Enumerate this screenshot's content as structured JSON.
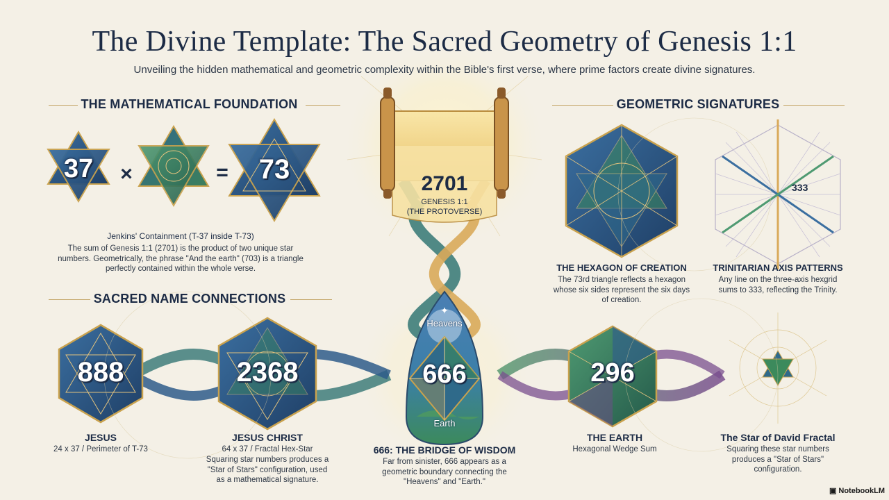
{
  "header": {
    "title": "The Divine Template: The Sacred Geometry of Genesis 1:1",
    "subtitle": "Unveiling the hidden mathematical and geometric complexity within the Bible's first verse, where prime factors create divine signatures."
  },
  "math_foundation": {
    "heading": "THE MATHEMATICAL FOUNDATION",
    "left_number": "37",
    "operator_times": "×",
    "operator_equals": "=",
    "right_number": "73",
    "caption_title": "Jenkins' Containment (T-37 inside T-73)",
    "caption_body": "The sum of Genesis 1:1 (2701) is the product of two unique star numbers. Geometrically, the phrase \"And the earth\" (703) is a triangle perfectly contained within the whole verse."
  },
  "scroll": {
    "number": "2701",
    "caption_line1": "GENESIS 1:1",
    "caption_line2": "(THE PROTOVERSE)"
  },
  "geometric_signatures": {
    "heading": "GEOMETRIC SIGNATURES",
    "hexagon": {
      "title": "THE HEXAGON OF CREATION",
      "body": "The 73rd triangle reflects a hexagon whose six sides represent the six days of creation."
    },
    "trinitarian": {
      "number": "333",
      "title": "TRINITARIAN AXIS PATTERNS",
      "body": "Any line on the three-axis hexgrid sums to 333, reflecting the Trinity."
    }
  },
  "sacred_names": {
    "heading": "SACRED NAME CONNECTIONS",
    "jesus": {
      "number": "888",
      "title": "JESUS",
      "body": "24 x 37 / Perimeter of T-73"
    },
    "jesus_christ": {
      "number": "2368",
      "title": "JESUS CHRIST",
      "subline": "64 x 37 / Fractal Hex-Star",
      "body": "Squaring star numbers produces a \"Star of Stars\" configuration, used as a mathematical signature."
    },
    "bridge": {
      "number": "666",
      "heavens_label": "Heavens",
      "earth_label": "Earth",
      "title": "666: THE BRIDGE OF WISDOM",
      "body": "Far from sinister, 666 appears as a geometric boundary connecting the \"Heavens\" and \"Earth.\""
    },
    "earth": {
      "number": "296",
      "title": "THE EARTH",
      "body": "Hexagonal Wedge Sum"
    },
    "star_of_david": {
      "title": "The Star of David Fractal",
      "body": "Squaring these star numbers produces a \"Star of Stars\" configuration."
    }
  },
  "branding": {
    "label": "NotebookLM"
  },
  "colors": {
    "navy": "#1c2b45",
    "gold": "#c9a24e",
    "blue": "#2f5d8c",
    "green": "#3d8a6a",
    "purple": "#6b4f86",
    "parchment": "#f4f0e6"
  }
}
